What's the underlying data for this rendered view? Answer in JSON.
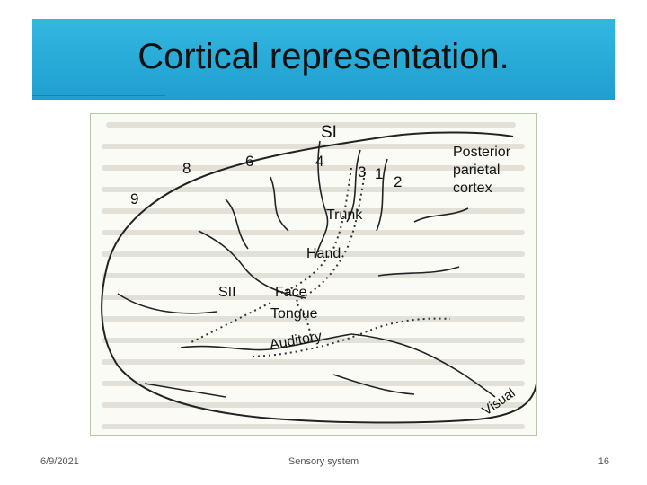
{
  "slide": {
    "title": "Cortical representation.",
    "footer_date": "6/9/2021",
    "footer_center": "Sensory system",
    "page_number": "16"
  },
  "figure": {
    "labels": {
      "si": "SI",
      "posterior_1": "Posterior",
      "posterior_2": "parietal",
      "posterior_3": "cortex",
      "area_8": "8",
      "area_6": "6",
      "area_4": "4",
      "area_3": "3",
      "area_1": "1",
      "area_2": "2",
      "area_9": "9",
      "trunk": "Trunk",
      "hand": "Hand",
      "sii": "SII",
      "face": "Face",
      "tongue": "Tongue",
      "auditory": "Auditory",
      "visual": "Visual"
    },
    "colors": {
      "line": "#222222",
      "dotted": "#333333",
      "ghost_text": "#d8d6cc"
    }
  }
}
